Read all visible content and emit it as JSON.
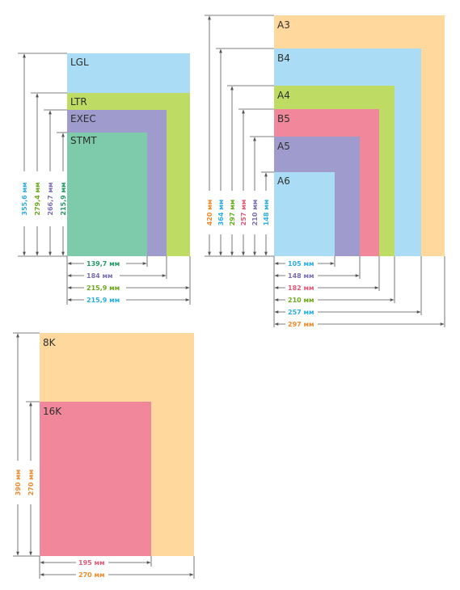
{
  "colors": {
    "ink": "#555555",
    "lgl": "#aadcf5",
    "ltr": "#bedc64",
    "exec": "#9f9bcc",
    "stmt": "#7dcbaa",
    "a3": "#ffd89e",
    "b4": "#aadcf5",
    "a4": "#bedc64",
    "b5": "#f0879b",
    "a5": "#9f9bcc",
    "a6": "#aadcf5",
    "k8": "#ffd89e",
    "k16": "#f0879b"
  },
  "us_formats": {
    "labels": {
      "lgl": "LGL",
      "ltr": "LTR",
      "exec": "EXEC",
      "stmt": "STMT"
    },
    "heights": {
      "lgl": {
        "text": "355,6 мм",
        "color": "#2aaee0"
      },
      "ltr": {
        "text": "279,4 мм",
        "color": "#6aaa1c"
      },
      "exec": {
        "text": "266,7 мм",
        "color": "#7b6fb3"
      },
      "stmt": {
        "text": "215,9 мм",
        "color": "#1f9a62"
      }
    },
    "widths": {
      "stmt": {
        "text": "139,7 мм",
        "color": "#1f9a62"
      },
      "exec": {
        "text": "184 мм",
        "color": "#7b6fb3"
      },
      "ltr": {
        "text": "215,9 мм",
        "color": "#6aaa1c"
      },
      "lgl": {
        "text": "215,9 мм",
        "color": "#2aaee0"
      }
    }
  },
  "iso_formats": {
    "labels": {
      "a3": "A3",
      "b4": "B4",
      "a4": "A4",
      "b5": "B5",
      "a5": "A5",
      "a6": "A6"
    },
    "heights": {
      "a3": {
        "text": "420 мм",
        "color": "#f08a2a"
      },
      "b4": {
        "text": "364 мм",
        "color": "#2aaee0"
      },
      "a4": {
        "text": "297 мм",
        "color": "#6aaa1c"
      },
      "b5": {
        "text": "257 мм",
        "color": "#e05a78"
      },
      "a5": {
        "text": "210 мм",
        "color": "#7b6fb3"
      },
      "a6": {
        "text": "148 мм",
        "color": "#2aaee0"
      }
    },
    "widths": {
      "a6": {
        "text": "105 мм",
        "color": "#2aaee0"
      },
      "a5": {
        "text": "148 мм",
        "color": "#7b6fb3"
      },
      "b5": {
        "text": "182 мм",
        "color": "#e05a78"
      },
      "a4": {
        "text": "210 мм",
        "color": "#6aaa1c"
      },
      "b4": {
        "text": "257 мм",
        "color": "#2aaee0"
      },
      "a3": {
        "text": "297 мм",
        "color": "#f08a2a"
      }
    }
  },
  "k_formats": {
    "labels": {
      "k8": "8K",
      "k16": "16K"
    },
    "heights": {
      "k8": {
        "text": "390 мм",
        "color": "#f08a2a"
      },
      "k16": {
        "text": "270 мм",
        "color": "#f08a2a"
      }
    },
    "widths": {
      "k16": {
        "text": "195 мм",
        "color": "#e05a78"
      },
      "k8": {
        "text": "270 мм",
        "color": "#f08a2a"
      }
    }
  }
}
